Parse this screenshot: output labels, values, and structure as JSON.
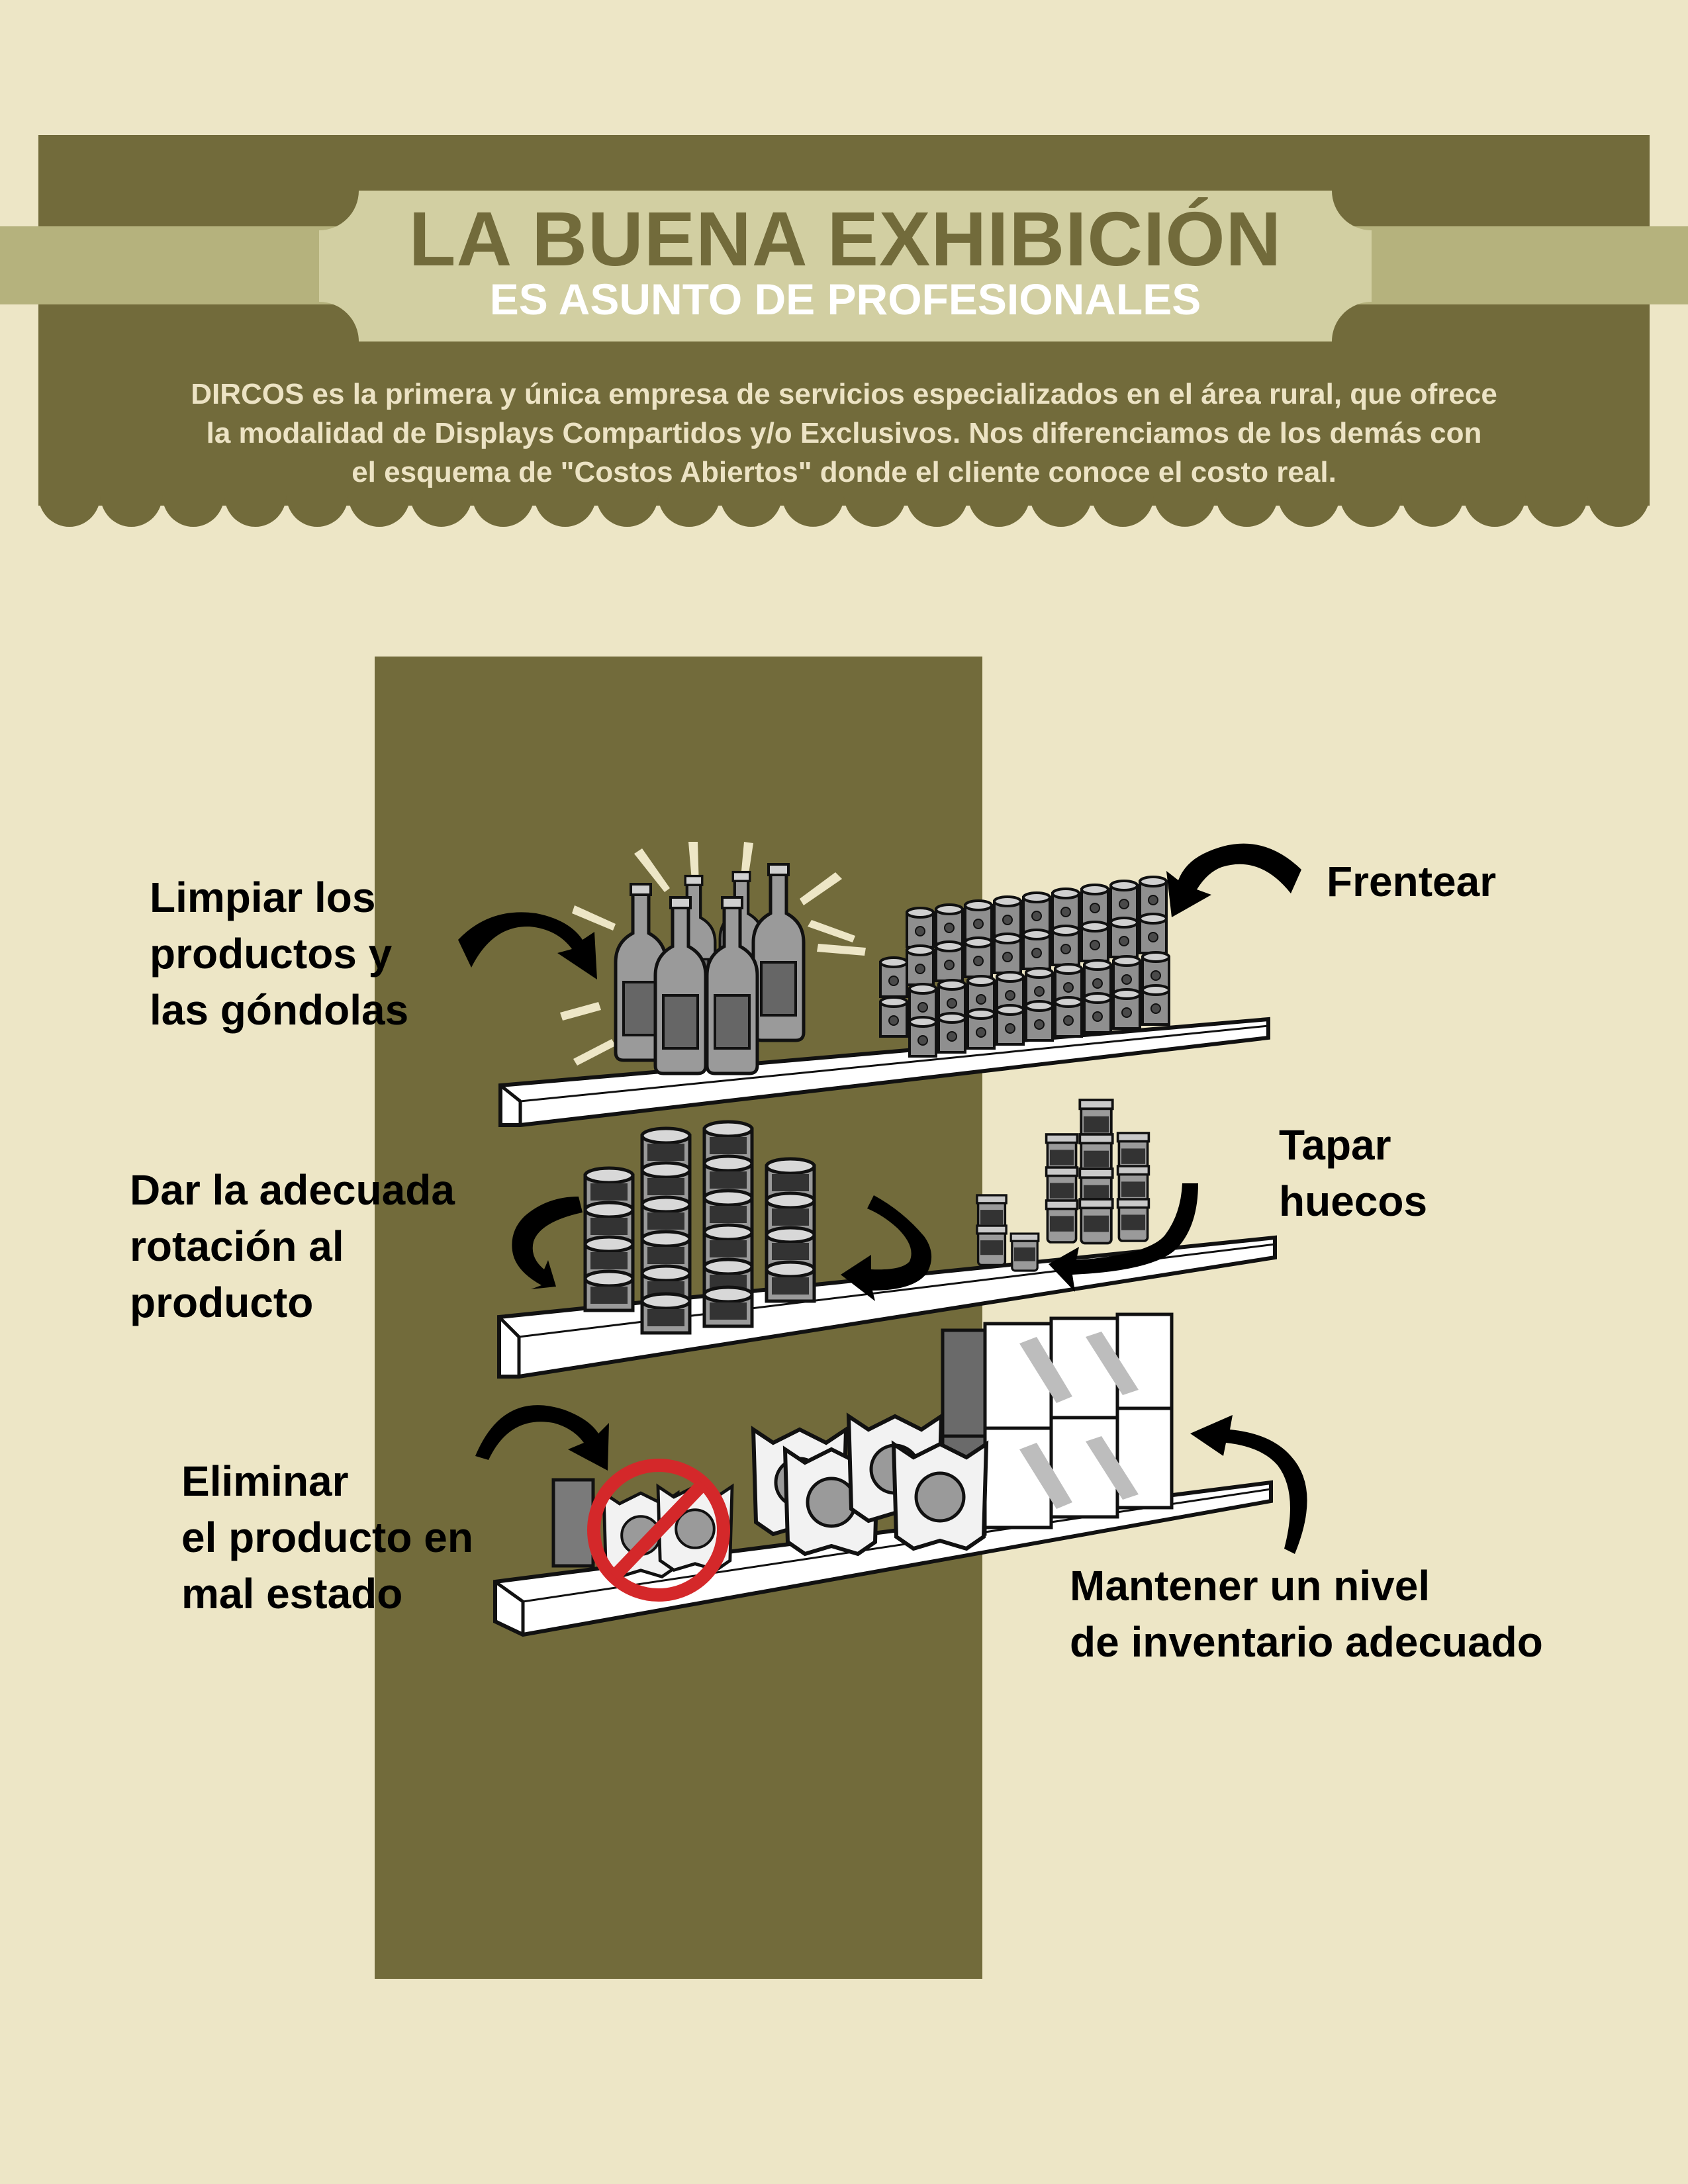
{
  "header": {
    "title": "LA BUENA EXHIBICIÓN",
    "subtitle": "ES ASUNTO DE PROFESIONALES",
    "intro_lines": [
      "DIRCOS es la primera y única empresa de servicios especializados en el área rural, que ofrece",
      "la modalidad de Displays Compartidos y/o  Exclusivos. Nos diferenciamos de los demás con",
      "el esquema de \"Costos Abiertos\" donde el cliente conoce el costo real."
    ]
  },
  "labels": {
    "clean": [
      "Limpiar los",
      "productos y",
      "las góndolas"
    ],
    "front": [
      "Frentear"
    ],
    "rotate": [
      "Dar la adecuada",
      "rotación al",
      "producto"
    ],
    "gaps": [
      "Tapar",
      "huecos"
    ],
    "remove": [
      "Eliminar",
      "el producto en",
      "mal estado"
    ],
    "inventory": [
      "Mantener un nivel",
      "de inventario adecuado"
    ]
  },
  "colors": {
    "background": "#ede6c6",
    "olive": "#726b3b",
    "ribbon": "#b5b27d",
    "banner": "#d2cfa2"
  },
  "icons": [
    "bottle-icon",
    "can-icon",
    "jar-icon",
    "bag-icon",
    "box-icon",
    "prohibited-icon",
    "curved-arrow-icon",
    "shine-burst-icon"
  ]
}
